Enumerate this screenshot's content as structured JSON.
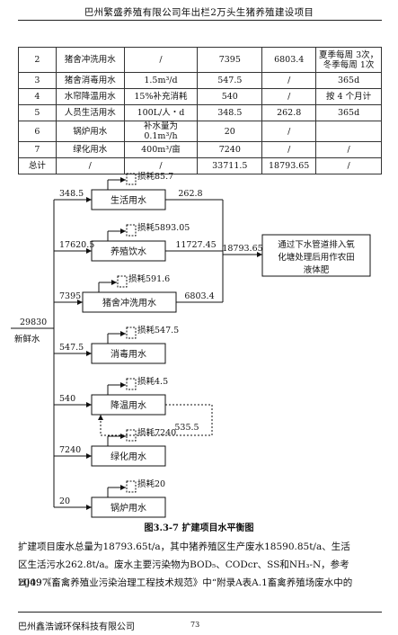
{
  "header": {
    "title": "巴州繁盛养殖有限公司年出栏2万头生猪养殖建设项目"
  },
  "table": {
    "rows": [
      {
        "no": "2",
        "name": "猪舍冲洗用水",
        "std": "/",
        "water": "7395",
        "waste": "6803.4",
        "remark": "夏季每周 3次，冬季每周 1次"
      },
      {
        "no": "3",
        "name": "猪舍消毒用水",
        "std": "1.5m³/d",
        "water": "547.5",
        "waste": "/",
        "remark": "365d"
      },
      {
        "no": "4",
        "name": "水帘降温用水",
        "std": "15%补充消耗",
        "water": "540",
        "waste": "/",
        "remark": "按 4 个月计"
      },
      {
        "no": "5",
        "name": "人员生活用水",
        "std": "100L/人・d",
        "water": "348.5",
        "waste": "262.8",
        "remark": "365d"
      },
      {
        "no": "6",
        "name": "锅炉用水",
        "std": "补水量为 0.1m³/h",
        "water": "20",
        "waste": "/",
        "remark": ""
      },
      {
        "no": "7",
        "name": "绿化用水",
        "std": "400m³/亩",
        "water": "7240",
        "waste": "/",
        "remark": "/"
      },
      {
        "no": "总计",
        "name": "/",
        "std": "/",
        "water": "33711.5",
        "waste": "18793.65",
        "remark": "/"
      }
    ]
  },
  "diagram": {
    "source": {
      "value": "29830",
      "label": "新鲜水"
    },
    "branches": [
      {
        "in": "348.5",
        "loss": "损耗85.7",
        "box": "生活用水",
        "out": "262.8"
      },
      {
        "in": "17620.5",
        "loss": "损耗5893.05",
        "box": "养殖饮水",
        "out": "11727.45"
      },
      {
        "in": "7395",
        "loss": "损耗591.6",
        "box": "猪舍冲洗用水",
        "out": "6803.4"
      },
      {
        "in": "547.5",
        "loss": "损耗547.5",
        "box": "消毒用水",
        "out": ""
      },
      {
        "in": "540",
        "loss": "损耗4.5",
        "box": "降温用水",
        "out": "535.5"
      },
      {
        "in": "7240",
        "loss": "损耗7240",
        "box": "绿化用水",
        "out": ""
      },
      {
        "in": "20",
        "loss": "损耗20",
        "box": "锅炉用水",
        "out": ""
      }
    ],
    "total": "18793.65",
    "dest": [
      "通过下水管道排入氧",
      "化塘处理后用作农田",
      "液体肥"
    ]
  },
  "caption": "图3.3-7  扩建项目水平衡图",
  "paragraph": [
    "扩建项目废水总量为18793.65t/a，其中猪养殖区生产废水18590.85t/a、生活",
    "区生活污水262.8t/a。废水主要污染物为BOD₅、CODcr、SS和NH₃-N，参考HJ497-",
    "2009《畜禽养殖业污染治理工程技术规范》中“附录A表A.1畜禽养殖场废水中的"
  ],
  "footer": {
    "company": "巴州鑫浩诚环保科技有限公司",
    "page": "73"
  }
}
